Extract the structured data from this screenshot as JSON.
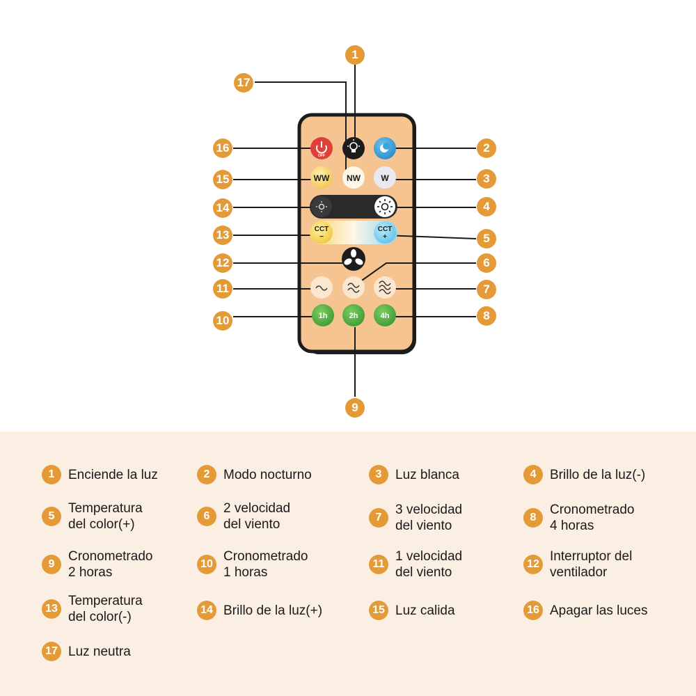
{
  "remote": {
    "buttons": {
      "off": "OFF",
      "ww": "WW",
      "nw": "NW",
      "w": "W",
      "cct_minus": "CCT\n−",
      "cct_plus": "CCT\n+",
      "timer_1h": "1h",
      "timer_2h": "2h",
      "timer_4h": "4h"
    }
  },
  "callouts": [
    "1",
    "2",
    "3",
    "4",
    "5",
    "6",
    "7",
    "8",
    "9",
    "10",
    "11",
    "12",
    "13",
    "14",
    "15",
    "16",
    "17"
  ],
  "legend": [
    {
      "num": "1",
      "text": "Enciende la luz"
    },
    {
      "num": "2",
      "text": "Modo nocturno"
    },
    {
      "num": "3",
      "text": "Luz blanca"
    },
    {
      "num": "4",
      "text": "Brillo de la luz(-)"
    },
    {
      "num": "5",
      "text": "Temperatura\ndel color(+)"
    },
    {
      "num": "6",
      "text": "2 velocidad\ndel viento"
    },
    {
      "num": "7",
      "text": "3 velocidad\ndel viento"
    },
    {
      "num": "8",
      "text": "Cronometrado\n4 horas"
    },
    {
      "num": "9",
      "text": "Cronometrado\n2 horas"
    },
    {
      "num": "10",
      "text": "Cronometrado\n1 horas"
    },
    {
      "num": "11",
      "text": "1 velocidad\ndel viento"
    },
    {
      "num": "12",
      "text": "Interruptor del\nventilador"
    },
    {
      "num": "13",
      "text": "Temperatura\ndel color(-)"
    },
    {
      "num": "14",
      "text": "Brillo de la luz(+)"
    },
    {
      "num": "15",
      "text": "Luz calida"
    },
    {
      "num": "16",
      "text": "Apagar las luces"
    },
    {
      "num": "17",
      "text": "Luz neutra"
    }
  ],
  "colors": {
    "callout": "#e39a37",
    "remote_body": "#f6c490",
    "remote_frame": "#1c1c1c",
    "legend_bg": "#fbefe3",
    "timer_green": "#5db54a",
    "night_blue": "#3aa3dc",
    "off_red": "#e0403a"
  },
  "icons": [
    "power-icon",
    "lightbulb-icon",
    "moon-icon",
    "brightness-down-icon",
    "brightness-up-icon",
    "fan-icon",
    "wind-speed-1-icon",
    "wind-speed-2-icon",
    "wind-speed-3-icon"
  ]
}
